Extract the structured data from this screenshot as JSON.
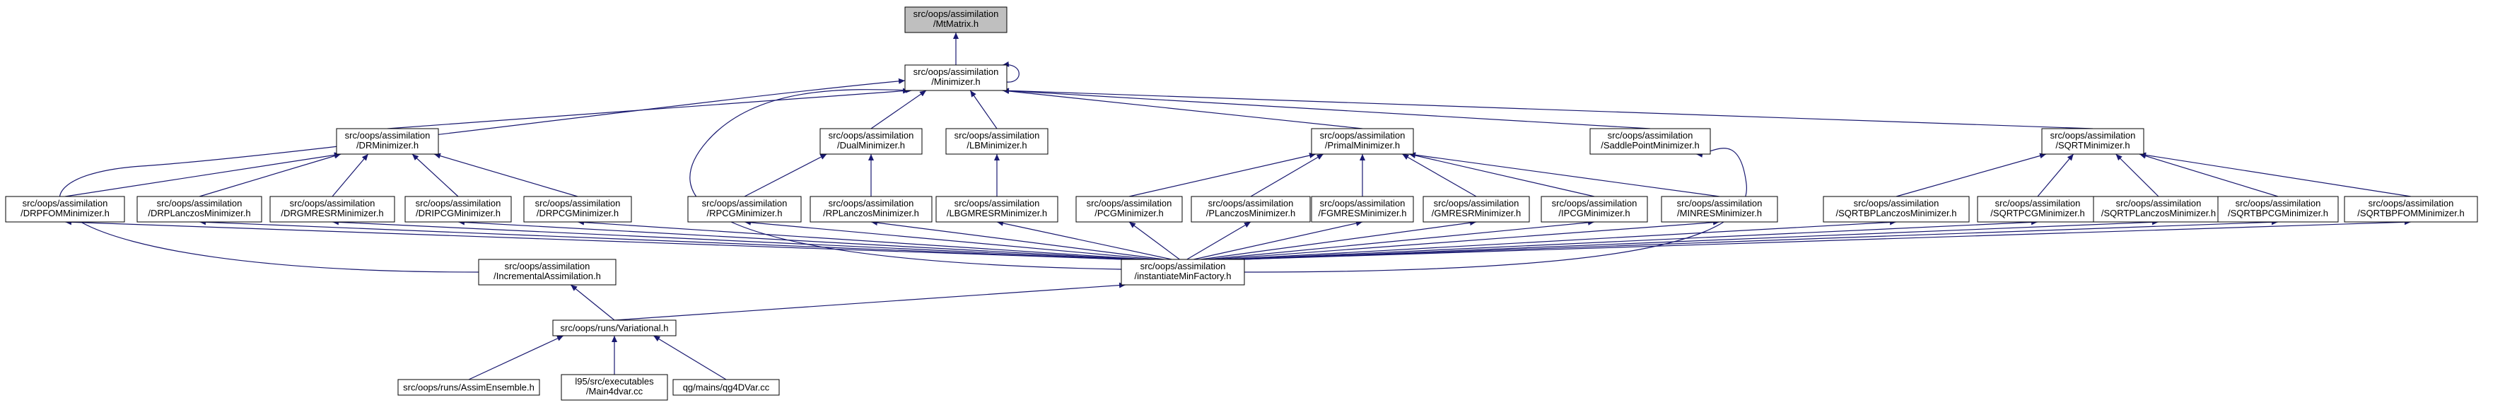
{
  "colors": {
    "edge": "#191970",
    "node_border": "#000000",
    "node_fill": "#ffffff",
    "highlight_fill": "#bfbfbf",
    "text": "#000000"
  },
  "nodes": [
    {
      "id": "mtmatrix",
      "lines": [
        "src/oops/assimilation",
        "/MtMatrix.h"
      ],
      "highlight": true
    },
    {
      "id": "minimizer",
      "lines": [
        "src/oops/assimilation",
        "/Minimizer.h"
      ]
    },
    {
      "id": "drminimizer",
      "lines": [
        "src/oops/assimilation",
        "/DRMinimizer.h"
      ]
    },
    {
      "id": "dualminimizer",
      "lines": [
        "src/oops/assimilation",
        "/DualMinimizer.h"
      ]
    },
    {
      "id": "lbminimizer",
      "lines": [
        "src/oops/assimilation",
        "/LBMinimizer.h"
      ]
    },
    {
      "id": "primalminimizer",
      "lines": [
        "src/oops/assimilation",
        "/PrimalMinimizer.h"
      ]
    },
    {
      "id": "saddlepointminimizer",
      "lines": [
        "src/oops/assimilation",
        "/SaddlePointMinimizer.h"
      ]
    },
    {
      "id": "sqrtminimizer",
      "lines": [
        "src/oops/assimilation",
        "/SQRTMinimizer.h"
      ]
    },
    {
      "id": "drpfomminimizer",
      "lines": [
        "src/oops/assimilation",
        "/DRPFOMMinimizer.h"
      ]
    },
    {
      "id": "drplanczosminimizer",
      "lines": [
        "src/oops/assimilation",
        "/DRPLanczosMinimizer.h"
      ]
    },
    {
      "id": "drgmresrminimizer",
      "lines": [
        "src/oops/assimilation",
        "/DRGMRESRMinimizer.h"
      ]
    },
    {
      "id": "dripcgminimizer",
      "lines": [
        "src/oops/assimilation",
        "/DRIPCGMinimizer.h"
      ]
    },
    {
      "id": "drpcgminimizer",
      "lines": [
        "src/oops/assimilation",
        "/DRPCGMinimizer.h"
      ]
    },
    {
      "id": "rpcgminimizer",
      "lines": [
        "src/oops/assimilation",
        "/RPCGMinimizer.h"
      ]
    },
    {
      "id": "rplanczosminimizer",
      "lines": [
        "src/oops/assimilation",
        "/RPLanczosMinimizer.h"
      ]
    },
    {
      "id": "lbgmresrminimizer",
      "lines": [
        "src/oops/assimilation",
        "/LBGMRESRMinimizer.h"
      ]
    },
    {
      "id": "pcgminimizer",
      "lines": [
        "src/oops/assimilation",
        "/PCGMinimizer.h"
      ]
    },
    {
      "id": "planczosminimizer",
      "lines": [
        "src/oops/assimilation",
        "/PLanczosMinimizer.h"
      ]
    },
    {
      "id": "fgmresminimizer",
      "lines": [
        "src/oops/assimilation",
        "/FGMRESMinimizer.h"
      ]
    },
    {
      "id": "gmresrminimizer",
      "lines": [
        "src/oops/assimilation",
        "/GMRESRMinimizer.h"
      ]
    },
    {
      "id": "ipcgminimizer",
      "lines": [
        "src/oops/assimilation",
        "/IPCGMinimizer.h"
      ]
    },
    {
      "id": "minresminimizer",
      "lines": [
        "src/oops/assimilation",
        "/MINRESMinimizer.h"
      ]
    },
    {
      "id": "sqrtblanczosminimizer",
      "lines": [
        "src/oops/assimilation",
        "/SQRTBPLanczosMinimizer.h"
      ]
    },
    {
      "id": "sqrtpcgminimizer",
      "lines": [
        "src/oops/assimilation",
        "/SQRTPCGMinimizer.h"
      ]
    },
    {
      "id": "sqrtplanczosminimizer",
      "lines": [
        "src/oops/assimilation",
        "/SQRTPLanczosMinimizer.h"
      ]
    },
    {
      "id": "sqrtbpcgminimizer",
      "lines": [
        "src/oops/assimilation",
        "/SQRTBPCGMinimizer.h"
      ]
    },
    {
      "id": "sqrtbpfomminimizer",
      "lines": [
        "src/oops/assimilation",
        "/SQRTBPFOMMinimizer.h"
      ]
    },
    {
      "id": "incrementalassimilation",
      "lines": [
        "src/oops/assimilation",
        "/IncrementalAssimilation.h"
      ]
    },
    {
      "id": "instantiateminfactory",
      "lines": [
        "src/oops/assimilation",
        "/instantiateMinFactory.h"
      ]
    },
    {
      "id": "variational",
      "lines": [
        "src/oops/runs/Variational.h"
      ]
    },
    {
      "id": "assimensemble",
      "lines": [
        "src/oops/runs/AssimEnsemble.h"
      ]
    },
    {
      "id": "main4dvar",
      "lines": [
        "l95/src/executables",
        "/Main4dvar.cc"
      ]
    },
    {
      "id": "qg4dvar",
      "lines": [
        "qg/mains/qg4DVar.cc"
      ]
    }
  ],
  "edges": [
    [
      "minimizer",
      "mtmatrix"
    ],
    [
      "minimizer",
      "minimizer"
    ],
    [
      "drminimizer",
      "minimizer"
    ],
    [
      "dualminimizer",
      "minimizer"
    ],
    [
      "lbminimizer",
      "minimizer"
    ],
    [
      "primalminimizer",
      "minimizer"
    ],
    [
      "saddlepointminimizer",
      "minimizer"
    ],
    [
      "sqrtminimizer",
      "minimizer"
    ],
    [
      "incrementalassimilation",
      "minimizer"
    ],
    [
      "instantiateminfactory",
      "minimizer"
    ],
    [
      "drpfomminimizer",
      "drminimizer"
    ],
    [
      "drplanczosminimizer",
      "drminimizer"
    ],
    [
      "drgmresrminimizer",
      "drminimizer"
    ],
    [
      "dripcgminimizer",
      "drminimizer"
    ],
    [
      "drpcgminimizer",
      "drminimizer"
    ],
    [
      "rpcgminimizer",
      "dualminimizer"
    ],
    [
      "rplanczosminimizer",
      "dualminimizer"
    ],
    [
      "lbgmresrminimizer",
      "lbminimizer"
    ],
    [
      "pcgminimizer",
      "primalminimizer"
    ],
    [
      "planczosminimizer",
      "primalminimizer"
    ],
    [
      "fgmresminimizer",
      "primalminimizer"
    ],
    [
      "gmresrminimizer",
      "primalminimizer"
    ],
    [
      "ipcgminimizer",
      "primalminimizer"
    ],
    [
      "minresminimizer",
      "primalminimizer"
    ],
    [
      "sqrtblanczosminimizer",
      "sqrtminimizer"
    ],
    [
      "sqrtpcgminimizer",
      "sqrtminimizer"
    ],
    [
      "sqrtplanczosminimizer",
      "sqrtminimizer"
    ],
    [
      "sqrtbpcgminimizer",
      "sqrtminimizer"
    ],
    [
      "sqrtbpfomminimizer",
      "sqrtminimizer"
    ],
    [
      "instantiateminfactory",
      "drpfomminimizer"
    ],
    [
      "instantiateminfactory",
      "drplanczosminimizer"
    ],
    [
      "instantiateminfactory",
      "drgmresrminimizer"
    ],
    [
      "instantiateminfactory",
      "dripcgminimizer"
    ],
    [
      "instantiateminfactory",
      "drpcgminimizer"
    ],
    [
      "instantiateminfactory",
      "rpcgminimizer"
    ],
    [
      "instantiateminfactory",
      "rplanczosminimizer"
    ],
    [
      "instantiateminfactory",
      "lbgmresrminimizer"
    ],
    [
      "instantiateminfactory",
      "pcgminimizer"
    ],
    [
      "instantiateminfactory",
      "planczosminimizer"
    ],
    [
      "instantiateminfactory",
      "fgmresminimizer"
    ],
    [
      "instantiateminfactory",
      "gmresrminimizer"
    ],
    [
      "instantiateminfactory",
      "ipcgminimizer"
    ],
    [
      "instantiateminfactory",
      "minresminimizer"
    ],
    [
      "instantiateminfactory",
      "saddlepointminimizer"
    ],
    [
      "instantiateminfactory",
      "sqrtblanczosminimizer"
    ],
    [
      "instantiateminfactory",
      "sqrtpcgminimizer"
    ],
    [
      "instantiateminfactory",
      "sqrtplanczosminimizer"
    ],
    [
      "instantiateminfactory",
      "sqrtbpcgminimizer"
    ],
    [
      "instantiateminfactory",
      "sqrtbpfomminimizer"
    ],
    [
      "variational",
      "incrementalassimilation"
    ],
    [
      "variational",
      "instantiateminfactory"
    ],
    [
      "assimensemble",
      "variational"
    ],
    [
      "main4dvar",
      "variational"
    ],
    [
      "qg4dvar",
      "variational"
    ]
  ]
}
